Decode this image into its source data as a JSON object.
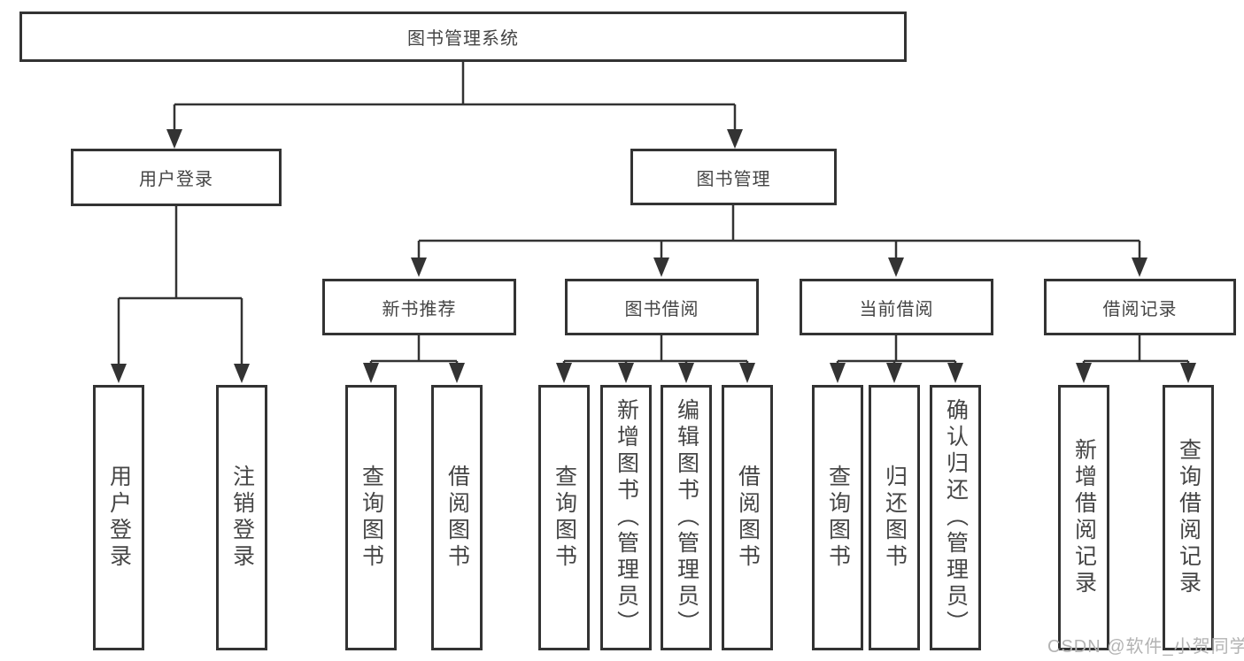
{
  "diagram": {
    "tree": {
      "label": "图书管理系统",
      "children": [
        {
          "label": "用户登录",
          "children": [
            {
              "label": "用户登录"
            },
            {
              "label": "注销登录"
            }
          ]
        },
        {
          "label": "图书管理",
          "children": [
            {
              "label": "新书推荐",
              "children": [
                {
                  "label": "查询图书"
                },
                {
                  "label": "借阅图书"
                }
              ]
            },
            {
              "label": "图书借阅",
              "children": [
                {
                  "label": "查询图书"
                },
                {
                  "label": "新增图书（管理员）"
                },
                {
                  "label": "编辑图书（管理员）"
                },
                {
                  "label": "借阅图书"
                }
              ]
            },
            {
              "label": "当前借阅",
              "children": [
                {
                  "label": "查询图书"
                },
                {
                  "label": "归还图书"
                },
                {
                  "label": "确认归还（管理员）"
                }
              ]
            },
            {
              "label": "借阅记录",
              "children": [
                {
                  "label": "新增借阅记录"
                },
                {
                  "label": "查询借阅记录"
                }
              ]
            }
          ]
        }
      ]
    },
    "colors": {
      "line": "#333333",
      "text": "#454545",
      "background": "#ffffff",
      "watermark": "#b3b3b3"
    }
  },
  "watermark": {
    "text": "CSDN @软件_小贺同学"
  }
}
